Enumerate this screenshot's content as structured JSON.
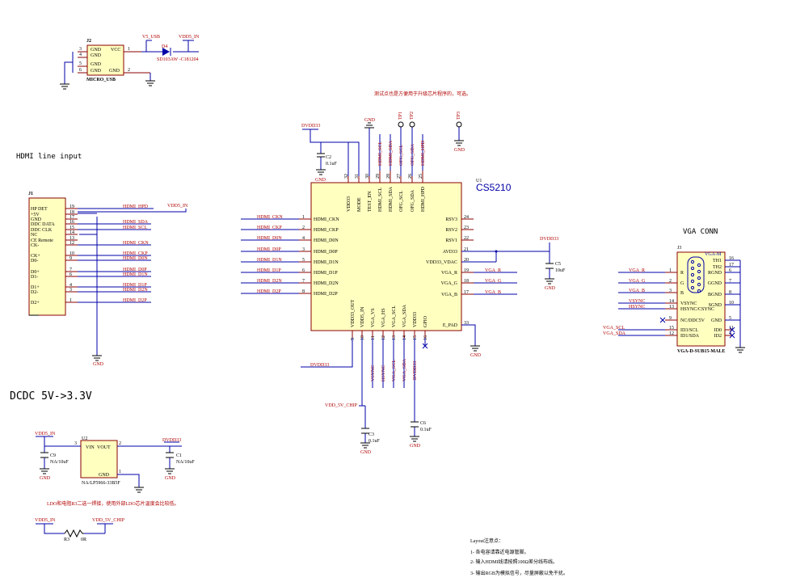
{
  "sections": {
    "hdmi_input": "HDMI line input",
    "dcdc": "DCDC 5V->3.3V",
    "vga_conn": "VGA CONN"
  },
  "u1": {
    "ref": "U1",
    "part": "CS5210",
    "left_pins": [
      {
        "num": "1",
        "name": "HDMI_CKN",
        "net": "HDMI_CKN"
      },
      {
        "num": "2",
        "name": "HDMI_CKP",
        "net": "HDMI_CKP"
      },
      {
        "num": "4",
        "name": "HDMI_D0N",
        "net": "HDMI_D0N"
      },
      {
        "num": "3",
        "name": "HDMI_D0P",
        "net": "HDMI_D0P"
      },
      {
        "num": "5",
        "name": "HDMI_D1N",
        "net": "HDMI_D1N"
      },
      {
        "num": "6",
        "name": "HDMI_D1P",
        "net": "HDMI_D1P"
      },
      {
        "num": "7",
        "name": "HDMI_D2N",
        "net": "HDMI_D2N"
      },
      {
        "num": "8",
        "name": "HDMI_D2P",
        "net": "HDMI_D2P"
      }
    ],
    "right_pins": [
      {
        "num": "24",
        "name": "RSV3",
        "net": ""
      },
      {
        "num": "23",
        "name": "RSV2",
        "net": ""
      },
      {
        "num": "22",
        "name": "RSV1",
        "net": ""
      },
      {
        "num": "21",
        "name": "AVD33",
        "net": ""
      },
      {
        "num": "20",
        "name": "VDD33_VDAC",
        "net": ""
      },
      {
        "num": "19",
        "name": "VGA_R",
        "net": "VGA_R"
      },
      {
        "num": "18",
        "name": "VGA_G",
        "net": "VGA_G"
      },
      {
        "num": "17",
        "name": "VGA_B",
        "net": "VGA_B"
      },
      {
        "num": "33",
        "name": "E_PAD",
        "net": ""
      }
    ],
    "top_pins": [
      {
        "num": "32",
        "name": "VDD33",
        "net": ""
      },
      {
        "num": "31",
        "name": "MODE",
        "net": ""
      },
      {
        "num": "30",
        "name": "TEST_EN",
        "net": ""
      },
      {
        "num": "29",
        "name": "HDMI_SCL",
        "net": "HDMI_SCL"
      },
      {
        "num": "28",
        "name": "HDMI_SDA",
        "net": "HDMI_SDA"
      },
      {
        "num": "27",
        "name": "OFG_SCL",
        "net": "OFG_SCL"
      },
      {
        "num": "26",
        "name": "OFG_SDA",
        "net": "OFG_SDA"
      },
      {
        "num": "25",
        "name": "HDMI_HPD",
        "net": "HDMI_HPD"
      }
    ],
    "bottom_pins": [
      {
        "num": "9",
        "name": "VDD33_OUT",
        "net": ""
      },
      {
        "num": "10",
        "name": "VDD5_IN",
        "net": ""
      },
      {
        "num": "11",
        "name": "VGA_VS",
        "net": "VSYNC"
      },
      {
        "num": "12",
        "name": "VGA_HS",
        "net": "HSYNC"
      },
      {
        "num": "13",
        "name": "VGA_SCL",
        "net": "VGA_SCL"
      },
      {
        "num": "14",
        "name": "VGA_SDA",
        "net": "VGA_SDA"
      },
      {
        "num": "15",
        "name": "VDD33",
        "net": "DVDD33"
      },
      {
        "num": "16",
        "name": "GPIO",
        "net": ""
      }
    ]
  },
  "j1": {
    "ref": "J1",
    "pins": [
      {
        "num": "19",
        "name": "HP DET",
        "net": "HDMI_HPD"
      },
      {
        "num": "18",
        "name": "+5V",
        "net": ""
      },
      {
        "num": "17",
        "name": "GND",
        "net": ""
      },
      {
        "num": "16",
        "name": "DDC DATA",
        "net": "HDMI_SDA"
      },
      {
        "num": "15",
        "name": "DDC CLK",
        "net": "HDMI_SCL"
      },
      {
        "num": "14",
        "name": "NC",
        "net": ""
      },
      {
        "num": "13",
        "name": "CE Remote",
        "net": ""
      },
      {
        "num": "12",
        "name": "CK-",
        "net": "HDMI_CKN"
      },
      {
        "num": "10",
        "name": "CK+",
        "net": "HDMI_CKP"
      },
      {
        "num": "9",
        "name": "D0-",
        "net": "HDMI_D0N"
      },
      {
        "num": "7",
        "name": "D0+",
        "net": "HDMI_D0P"
      },
      {
        "num": "6",
        "name": "D1-",
        "net": "HDMI_D1N"
      },
      {
        "num": "4",
        "name": "D1+",
        "net": "HDMI_D1P"
      },
      {
        "num": "3",
        "name": "D2-",
        "net": "HDMI_D2N"
      },
      {
        "num": "1",
        "name": "D2+",
        "net": "HDMI_D2P"
      }
    ]
  },
  "j2": {
    "ref": "J2",
    "part": "MICRO_USB",
    "vcc": "VCC",
    "gnd": "GND",
    "pins_left": [
      "3",
      "4",
      "5",
      "6"
    ],
    "pin_right_top": "1",
    "pin_right_bottom": "2"
  },
  "d4": {
    "ref": "D4",
    "part": "SD103AW -C181204"
  },
  "j3": {
    "ref": "J3",
    "title": "VGA-M",
    "part": "VGA-D-SUB15-MALE",
    "left_pins": [
      {
        "num": "1",
        "name": "R",
        "net": "VGA_R"
      },
      {
        "num": "2",
        "name": "G",
        "net": "VGA_G"
      },
      {
        "num": "3",
        "name": "B",
        "net": "VGA_B"
      },
      {
        "num": "14",
        "name": "VSYNC",
        "net": "VSYNC"
      },
      {
        "num": "13",
        "name": "HSYNC/CSYNC",
        "net": "HSYNC"
      },
      {
        "num": "9",
        "name": "NC/DDC5V",
        "net": ""
      },
      {
        "num": "15",
        "name": "ID3/SCL",
        "net": "VGA_SCL"
      },
      {
        "num": "12",
        "name": "ID1/SDA",
        "net": "VGA_SDA"
      }
    ],
    "right_pins": [
      {
        "num": "16",
        "name": "TH1"
      },
      {
        "num": "17",
        "name": "TH2"
      },
      {
        "num": "6",
        "name": "RGND"
      },
      {
        "num": "7",
        "name": "GGND"
      },
      {
        "num": "8",
        "name": "BGND"
      },
      {
        "num": "10",
        "name": "SGND"
      },
      {
        "num": "5",
        "name": "GND"
      },
      {
        "num": "11",
        "name": "ID0"
      },
      {
        "num": "4",
        "name": "ID2"
      }
    ]
  },
  "u2": {
    "ref": "U2",
    "part": "NA/LP5966-33B5F",
    "vin": "VIN",
    "vout": "VOUT",
    "gnd": "GND",
    "pin_vin": "3",
    "pin_vout": "2",
    "pin_gnd": "1"
  },
  "caps": {
    "c2": {
      "ref": "C2",
      "value": "0.1uF"
    },
    "c5": {
      "ref": "C5",
      "value": "10uF"
    },
    "c3": {
      "ref": "C3",
      "value": "0.1uF"
    },
    "c6": {
      "ref": "C6",
      "value": "0.1uF"
    },
    "c9": {
      "ref": "C9",
      "value": "NA/10uF"
    },
    "c1": {
      "ref": "C1",
      "value": "NA/10uF"
    }
  },
  "r3": {
    "ref": "R3",
    "value": "0R"
  },
  "nets": {
    "v5_usb": "V5_USB",
    "vdd5_in": "VDD5_IN",
    "dvdd33": "DVDD33",
    "gnd": "GND",
    "vdd_5v_chip": "VDD_5V_CHIP",
    "tp1": "TP1",
    "tp2": "TP2",
    "tp3": "TP3"
  },
  "notes": {
    "test_point": "测试点也是方便用于升级芯片程序的，可选。",
    "ldo": "LDO和电阻R3二选一焊接，使用外部LDO芯片温度会比较低。",
    "layout_title": "Layout注意点：",
    "layout_1": "1- 各电容请靠近电源管脚。",
    "layout_2": "2- 输入HDMI线请按照100Ω差分线布线。",
    "layout_3": "3- 输出RGB为模拟信号，尽量屏蔽以免干扰。"
  }
}
